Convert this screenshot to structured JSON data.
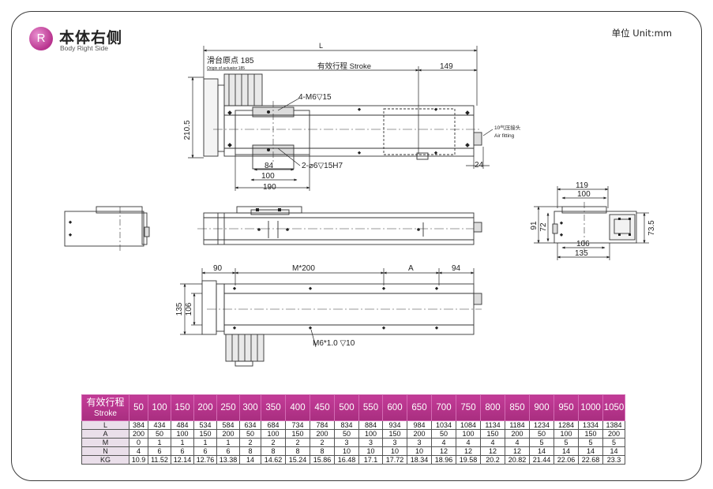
{
  "header": {
    "badge": "R",
    "title_cn": "本体右侧",
    "title_en": "Body Right Side",
    "unit": "单位 Unit:mm"
  },
  "drawing": {
    "dim_L": "L",
    "origin_cn": "滑台原点 185",
    "origin_en": "Origin of actuator:185",
    "stroke_label": "有效行程 Stroke",
    "dim_149": "149",
    "dim_210_5": "210.5",
    "note_m6": "4-M6▽15",
    "note_pin": "2-⌀6▽15H7",
    "dim_84": "84",
    "dim_100": "100",
    "dim_190": "190",
    "dim_24": "24",
    "air_cn": "10气压接头",
    "air_en": "Air fitting",
    "side_119": "119",
    "side_100": "100",
    "side_91": "91",
    "side_72": "72",
    "side_73_5": "73.5",
    "side_106": "106",
    "side_135": "135",
    "bot_90": "90",
    "bot_m200": "M*200",
    "bot_A": "A",
    "bot_94": "94",
    "bot_135": "135",
    "bot_106": "106",
    "bot_thread": "M6*1.0 ▽10"
  },
  "spec_table": {
    "header_cn": "有效行程",
    "header_en": "Stroke",
    "strokes": [
      "50",
      "100",
      "150",
      "200",
      "250",
      "300",
      "350",
      "400",
      "450",
      "500",
      "550",
      "600",
      "650",
      "700",
      "750",
      "800",
      "850",
      "900",
      "950",
      "1000",
      "1050"
    ],
    "rows": [
      {
        "label": "L",
        "values": [
          "384",
          "434",
          "484",
          "534",
          "584",
          "634",
          "684",
          "734",
          "784",
          "834",
          "884",
          "934",
          "984",
          "1034",
          "1084",
          "1134",
          "1184",
          "1234",
          "1284",
          "1334",
          "1384"
        ]
      },
      {
        "label": "A",
        "values": [
          "200",
          "50",
          "100",
          "150",
          "200",
          "50",
          "100",
          "150",
          "200",
          "50",
          "100",
          "150",
          "200",
          "50",
          "100",
          "150",
          "200",
          "50",
          "100",
          "150",
          "200"
        ]
      },
      {
        "label": "M",
        "values": [
          "0",
          "1",
          "1",
          "1",
          "1",
          "2",
          "2",
          "2",
          "2",
          "3",
          "3",
          "3",
          "3",
          "4",
          "4",
          "4",
          "4",
          "5",
          "5",
          "5",
          "5"
        ]
      },
      {
        "label": "N",
        "values": [
          "4",
          "6",
          "6",
          "6",
          "6",
          "8",
          "8",
          "8",
          "8",
          "10",
          "10",
          "10",
          "10",
          "12",
          "12",
          "12",
          "12",
          "14",
          "14",
          "14",
          "14"
        ]
      },
      {
        "label": "KG",
        "values": [
          "10.9",
          "11.52",
          "12.14",
          "12.76",
          "13.38",
          "14",
          "14.62",
          "15.24",
          "15.86",
          "16.48",
          "17.1",
          "17.72",
          "18.34",
          "18.96",
          "19.58",
          "20.2",
          "20.82",
          "21.44",
          "22.06",
          "22.68",
          "23.3"
        ]
      }
    ]
  }
}
